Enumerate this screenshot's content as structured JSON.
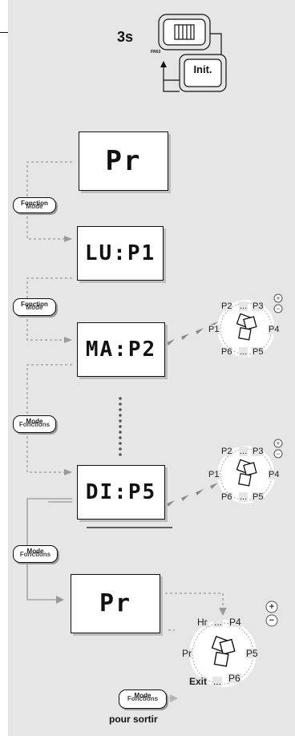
{
  "header": {
    "delay": "3s",
    "sub_label": "FR63",
    "init_label": "Init."
  },
  "lcd": {
    "screen1": "Pr",
    "screen2": "LU:P1",
    "screen3": "MA:P2",
    "screen4": "DI:P5",
    "screen5": "Pr"
  },
  "buttons": {
    "b1": {
      "a": "Fonction",
      "b": "Mode"
    },
    "b2": {
      "a": "Fonction",
      "b": "Mode"
    },
    "b3": {
      "a": "Mode",
      "b": "Fonctions"
    },
    "b4": {
      "a": "Mode",
      "b": "Fonctions"
    },
    "b5": {
      "a": "Mode",
      "b": "Fonctions"
    }
  },
  "wheel1": {
    "p1": "P1",
    "p2": "P2",
    "p3": "P3",
    "p4": "P4",
    "p5": "P5",
    "p6": "P6",
    "dots": "...",
    "plus": "+",
    "minus": "−"
  },
  "wheel2": {
    "p1": "P1",
    "p2": "P2",
    "p3": "P3",
    "p4": "P4",
    "p5": "P5",
    "p6": "P6",
    "dots": "...",
    "plus": "+",
    "minus": "−"
  },
  "wheel3": {
    "hr": "Hr",
    "pr": "Pr",
    "p4": "P4",
    "p5": "P5",
    "p6": "P6",
    "exit": "Exit",
    "dots": "...",
    "plus": "+",
    "minus": "−"
  },
  "footer": {
    "exit_label": "pour sortir"
  }
}
